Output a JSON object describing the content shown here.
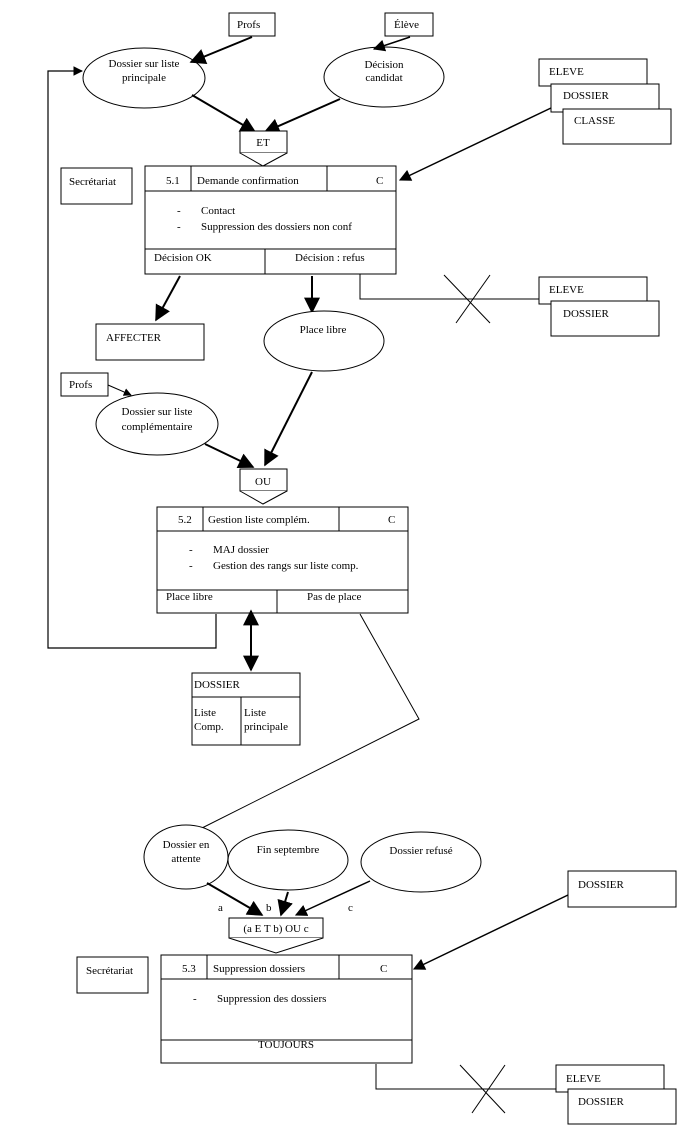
{
  "actors": {
    "profs_top": "Profs",
    "eleve_top": "Élève",
    "profs_mid": "Profs",
    "secretariat_1": "Secrétariat",
    "secretariat_2": "Secrétariat"
  },
  "events": {
    "dossier_liste_principale": [
      "Dossier  sur liste",
      "principale"
    ],
    "decision_candidat": [
      "Décision",
      "candidat"
    ],
    "place_libre": "Place libre",
    "dossier_liste_complementaire": [
      "Dossier  sur liste",
      "complémentaire"
    ],
    "dossier_en_attente": [
      "Dossier  en",
      "attente"
    ],
    "fin_septembre": "Fin septembre",
    "dossier_refuse": "Dossier  refusé"
  },
  "synchros": {
    "et": "ET",
    "ou": "OU",
    "a_et_b_ou_c": "(a E T b)  OU  c",
    "label_a": "a",
    "label_b": "b",
    "label_c": "c"
  },
  "operations": {
    "op1": {
      "number": "5.1",
      "title": "Demande confirmation",
      "code": "C",
      "actions": [
        "Contact",
        "Suppression des dossiers non conf"
      ],
      "results": [
        "Décision OK",
        "Décision : refus"
      ]
    },
    "op2": {
      "number": "5.2",
      "title": "Gestion liste complém.",
      "code": "C",
      "actions": [
        "MAJ dossier",
        "Gestion des rangs sur liste comp."
      ],
      "results": [
        "Place libre",
        "Pas de place"
      ]
    },
    "op3": {
      "number": "5.3",
      "title": "Suppression dossiers",
      "code": "C",
      "actions": [
        "Suppression des dossiers"
      ],
      "results": [
        "TOUJOURS"
      ]
    }
  },
  "entities": {
    "stack1": [
      "ELEVE",
      "DOSSIER",
      "CLASSE"
    ],
    "stack2": [
      "ELEVE",
      "DOSSIER"
    ],
    "affecter": "AFFECTER",
    "dossier_box": "DOSSIER",
    "dossier_cols": [
      [
        "Liste",
        "Comp."
      ],
      [
        "Liste",
        "principale"
      ]
    ],
    "dossier_right": "DOSSIER",
    "stack3": [
      "ELEVE",
      "DOSSIER"
    ]
  },
  "dash": "-"
}
